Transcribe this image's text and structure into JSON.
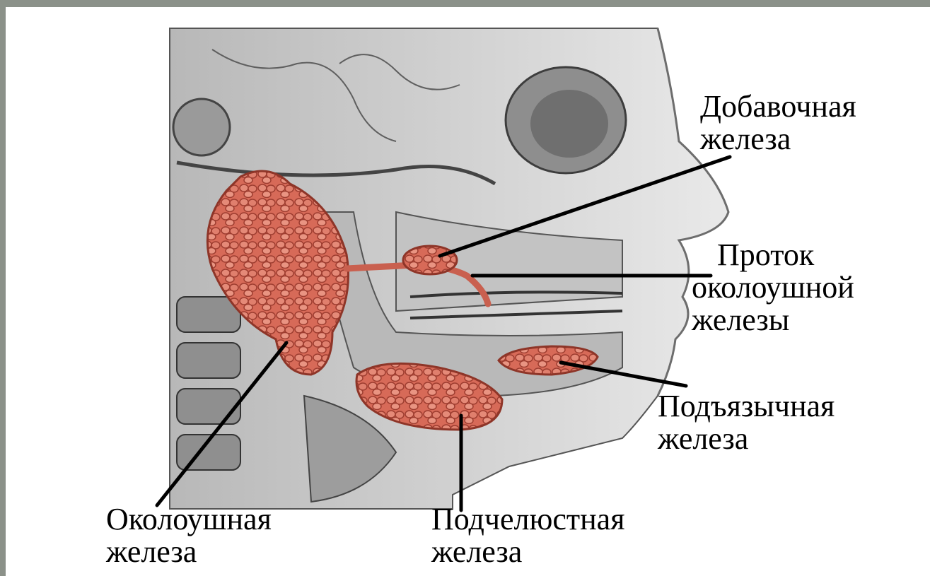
{
  "labels": {
    "accessory": {
      "line1": "Добавочная",
      "line2": "железа"
    },
    "duct": {
      "line1": "Проток",
      "line2": "околоушной",
      "line3": "железы"
    },
    "sublingual": {
      "line1": "Подъязычная",
      "line2": "железа"
    },
    "parotid": {
      "line1": "Околоушная",
      "line2": "железа"
    },
    "submandibular": {
      "line1": "Подчелюстная",
      "line2": "железа"
    }
  },
  "colors": {
    "frame": "#8b9189",
    "gland": "#d9705f",
    "gland_dark": "#a84a3c",
    "bone": "#cfcfcf",
    "leader": "#000000"
  }
}
